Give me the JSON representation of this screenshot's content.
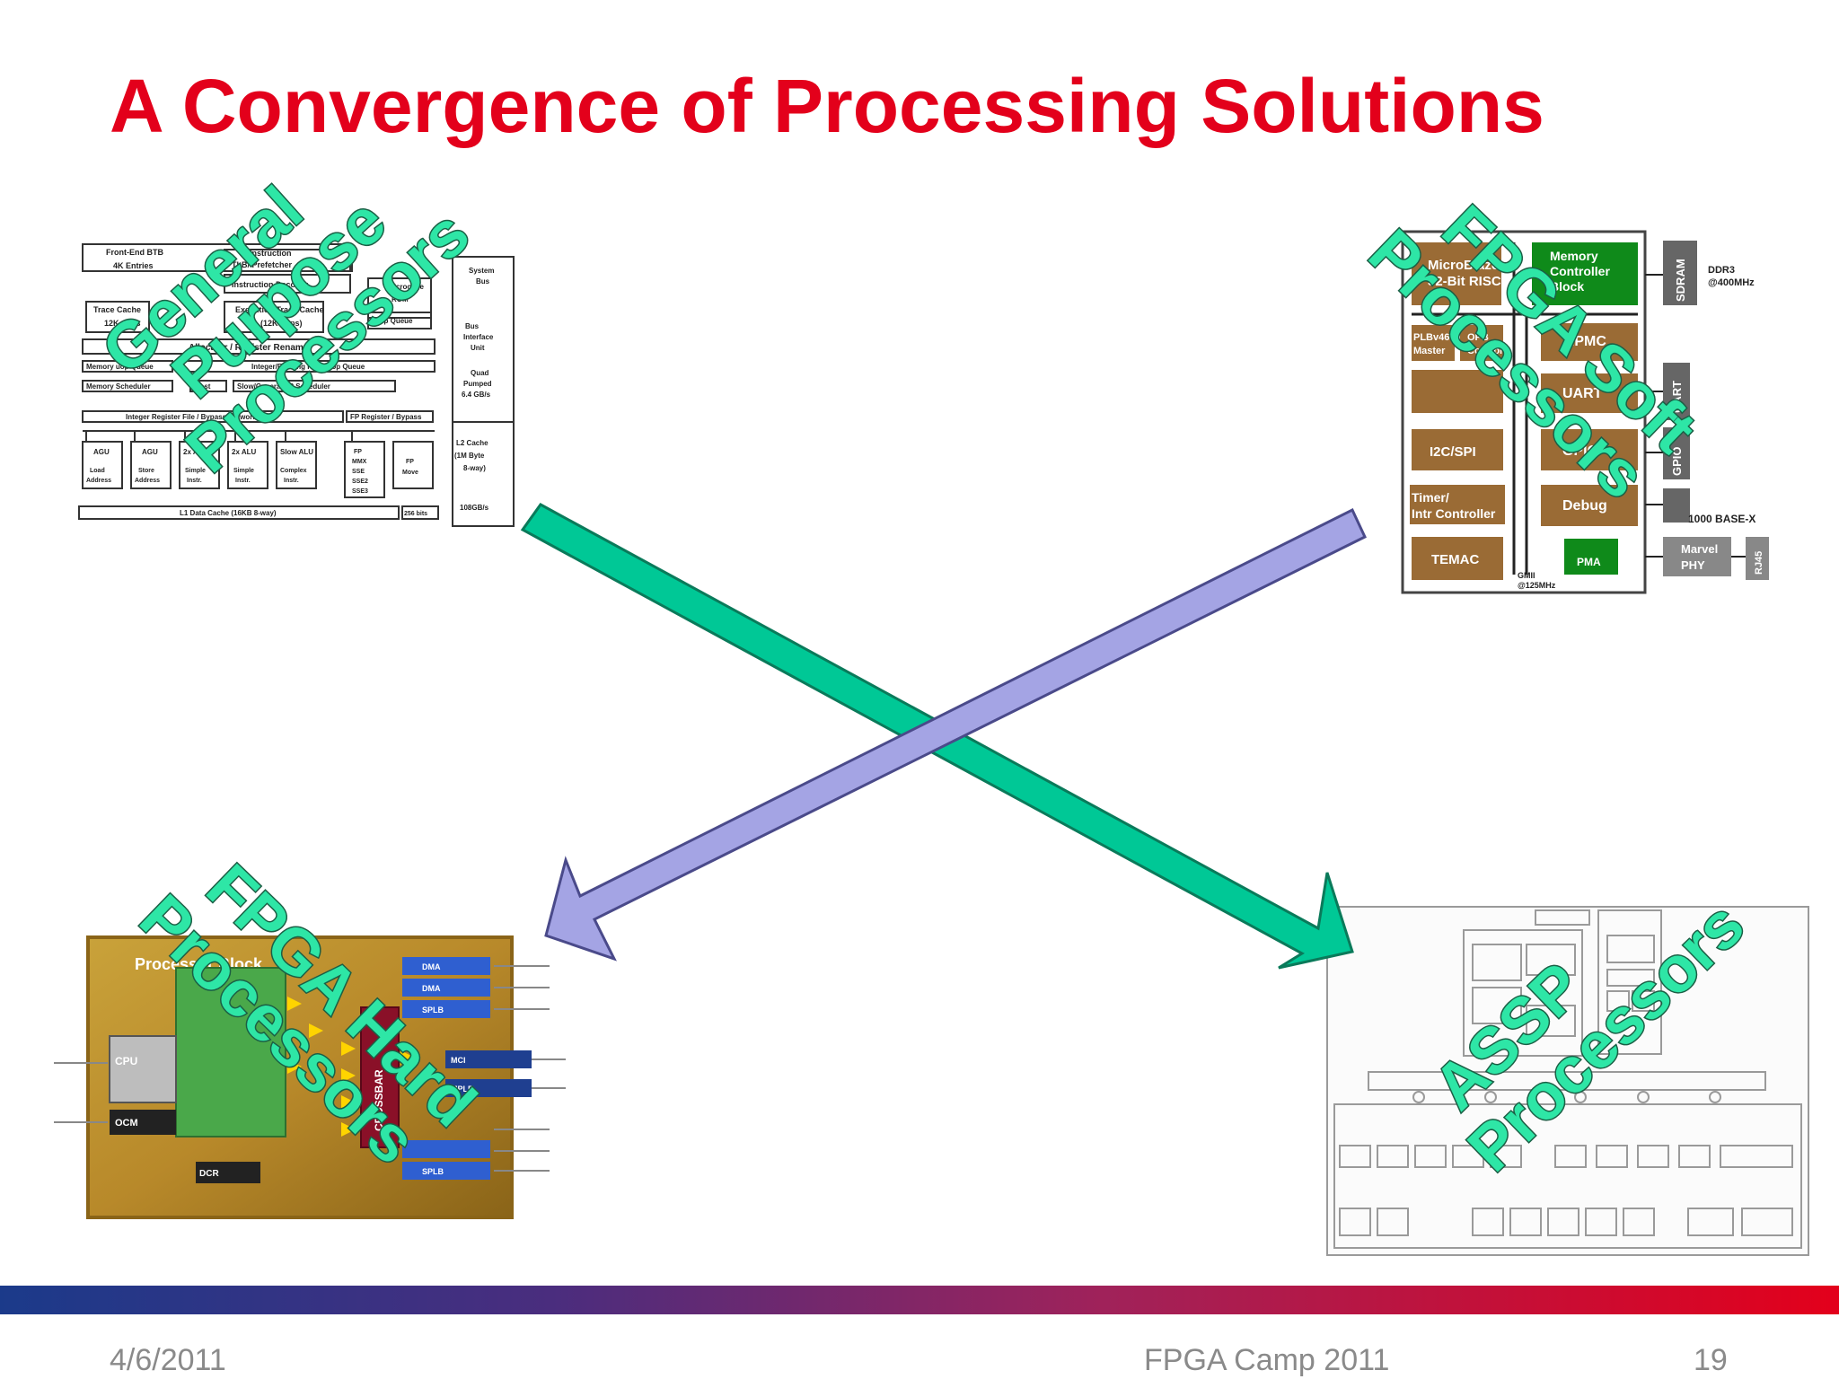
{
  "title": "A Convergence of Processing Solutions",
  "labels": {
    "gpp": [
      "General",
      "Purpose",
      "Processors"
    ],
    "fpga_soft": [
      "FPGA Soft",
      "Processors"
    ],
    "fpga_hard": [
      "FPGA Hard",
      "Processors"
    ],
    "assp": [
      "ASSP",
      "Processors"
    ]
  },
  "soft_processor_diagram": {
    "microblaze": [
      "MicroBlaze",
      "32-Bit RISC"
    ],
    "memory_controller": [
      "Memory",
      "Controller",
      "Block"
    ],
    "sdram": "SDRAM",
    "ddr3": [
      "DDR3",
      "@400MHz"
    ],
    "plb": [
      "PLBv46",
      "Master"
    ],
    "opb": [
      "OPB",
      "Control"
    ],
    "mpmc": "MPMC",
    "uart_block": "UART",
    "uart_port": "UART",
    "i2c": "I2C/SPI",
    "gpio": "GPIO",
    "gpio_port": "GPIO",
    "timer": [
      "Timer/",
      "Intr Controller"
    ],
    "debug": "Debug",
    "temac": "TEMAC",
    "pma": "PMA",
    "gmii": [
      "GMII",
      "@125MHz"
    ],
    "base_x": "1000 BASE-X",
    "marvel": [
      "Marvel",
      "PHY"
    ],
    "rj45": "RJ45"
  },
  "gpp_diagram": {
    "front_end_btb": [
      "Front-End BTB",
      "4K Entries"
    ],
    "instruction": "Instruction",
    "tlb_prefetcher": "TLB/ Prefetcher",
    "instruction_decoder": "Instruction Decoder",
    "trace_cache": [
      "Trace Cache",
      "12K uops"
    ],
    "execution_trace": [
      "Execution Trace Cache",
      "(12K uops)"
    ],
    "microcode_rom": [
      "Microcode",
      "ROM"
    ],
    "uop_queue": "µop Queue",
    "allocator": "Allocator / Register Renamer",
    "memory_uop_queue": "Memory uop Queue",
    "integer_fp_queue": "Integer/Floating Point uop Queue",
    "memory_scheduler": "Memory Scheduler",
    "fast": "Fast",
    "slow_fp": "Slow/General FP Scheduler",
    "integer_regfile": "Integer Register File / Bypass Network",
    "fp_regfile": "FP Register / Bypass",
    "agu1": "AGU",
    "agu2": "AGU",
    "alu1": "2x ALU",
    "alu2": "2x ALU",
    "slow_alu": "Slow ALU",
    "load_address": [
      "Load",
      "Address"
    ],
    "store_address": [
      "Store",
      "Address"
    ],
    "simple_instr1": [
      "Simple",
      "Instr."
    ],
    "simple_instr2": [
      "Simple",
      "Instr."
    ],
    "complex_instr": [
      "Complex",
      "Instr."
    ],
    "fp_mmx": [
      "FP",
      "MMX",
      "SSE",
      "SSE2",
      "SSE3"
    ],
    "fp_move": [
      "FP",
      "Move"
    ],
    "l1_data": "L1 Data Cache (16KB 8-way)",
    "bits256": "256 bits",
    "system_bus": [
      "System",
      "Bus"
    ],
    "bus_interface": [
      "Bus",
      "Interface",
      "Unit"
    ],
    "quad_pumped": [
      "Quad",
      "Pumped",
      "6.4 GB/s"
    ],
    "l2_cache": [
      "L2 Cache",
      "(1M Byte",
      "8-way)"
    ],
    "bw": "108GB/s"
  },
  "hard_processor_diagram": {
    "block_title": "Processor Block",
    "labels": [
      "CPU",
      "OCM",
      "DCR",
      "MCI",
      "MPLB",
      "SPLB",
      "DMA",
      "DMA",
      "SPLB",
      "CROSSBAR"
    ]
  },
  "footer": {
    "date": "4/6/2011",
    "event": "FPGA Camp 2011",
    "page": "19"
  },
  "colors": {
    "title": "#e3001b",
    "label_fill": "#2ee6a6",
    "label_stroke": "#1b5f45",
    "arrow_green": "#00c896",
    "arrow_purple": "#a4a4e4",
    "block_brown": "#9a6b35",
    "block_green": "#0f8a1a"
  }
}
